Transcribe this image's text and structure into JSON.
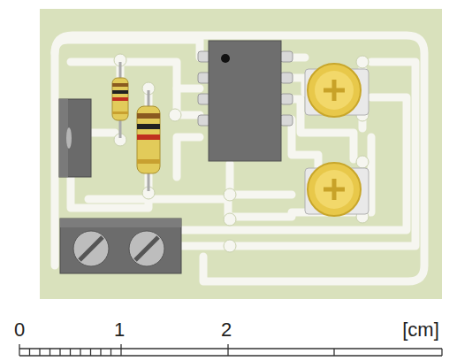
{
  "diagram": {
    "labels": [
      "0",
      "1",
      "2",
      "[cm]"
    ]
  }
}
